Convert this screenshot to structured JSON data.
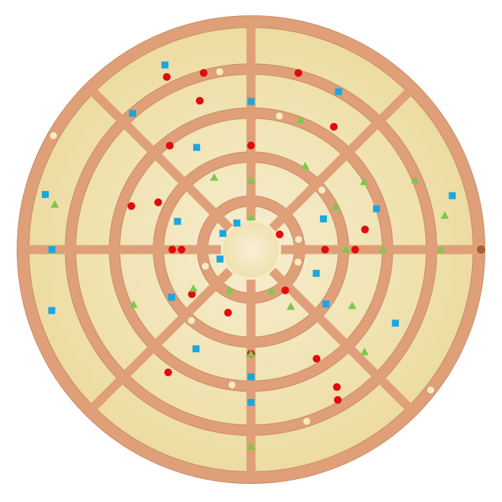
{
  "board": {
    "colors": {
      "background": "#ffffff",
      "sand": "#efe0a8",
      "sand_light": "#f6ecc4",
      "wall": "#dfa079",
      "wall_dark": "#c98761",
      "red_marker": "#e10c0c",
      "blue_marker": "#1aa7e0",
      "green_marker": "#7cc84a",
      "exit_knob": "#a8612f"
    },
    "ring_count": 5,
    "spoke_angles_deg": [
      0,
      45,
      90,
      135,
      180,
      225,
      270,
      315
    ],
    "markers": {
      "red": [
        [
          0.79,
          75
        ],
        [
          0.68,
          109
        ],
        [
          0.79,
          105
        ],
        [
          0.57,
          128
        ],
        [
          0.45,
          153
        ],
        [
          0.3,
          180
        ],
        [
          0.32,
          217
        ],
        [
          0.14,
          28
        ],
        [
          0.29,
          250
        ],
        [
          0.23,
          310
        ],
        [
          0.34,
          180
        ],
        [
          0.32,
          0
        ],
        [
          0.45,
          0
        ],
        [
          0.64,
          56
        ],
        [
          0.45,
          90
        ],
        [
          0.45,
          270
        ],
        [
          0.55,
          301
        ],
        [
          0.64,
          236
        ],
        [
          0.7,
          302
        ],
        [
          0.83,
          116
        ],
        [
          0.5,
          10
        ],
        [
          0.55,
          160
        ],
        [
          0.75,
          300
        ]
      ],
      "blue": [
        [
          0.78,
          131
        ],
        [
          0.88,
          115
        ],
        [
          0.64,
          90
        ],
        [
          0.5,
          118
        ],
        [
          0.34,
          159
        ],
        [
          0.14,
          197
        ],
        [
          0.14,
          150
        ],
        [
          0.13,
          118
        ],
        [
          0.86,
          180
        ],
        [
          0.9,
          197
        ],
        [
          0.57,
          18
        ],
        [
          0.78,
          61
        ],
        [
          0.4,
          211
        ],
        [
          0.55,
          270
        ],
        [
          0.66,
          270
        ],
        [
          0.34,
          23
        ],
        [
          0.4,
          324
        ],
        [
          0.3,
          340
        ],
        [
          0.9,
          15
        ],
        [
          0.92,
          165
        ],
        [
          0.7,
          333
        ],
        [
          0.49,
          241
        ]
      ],
      "green": [
        [
          0.14,
          90
        ],
        [
          0.3,
          90
        ],
        [
          0.35,
          117
        ],
        [
          0.43,
          57
        ],
        [
          0.6,
          69
        ],
        [
          0.57,
          31
        ],
        [
          0.87,
          167
        ],
        [
          0.85,
          10
        ],
        [
          0.41,
          27
        ],
        [
          0.41,
          0
        ],
        [
          0.57,
          0
        ],
        [
          0.82,
          0
        ],
        [
          0.3,
          214
        ],
        [
          0.3,
          305
        ],
        [
          0.2,
          242
        ],
        [
          0.2,
          296
        ],
        [
          0.45,
          270
        ],
        [
          0.85,
          270
        ],
        [
          0.56,
          205
        ],
        [
          0.5,
          331
        ],
        [
          0.66,
          318
        ],
        [
          0.77,
          23
        ]
      ]
    }
  }
}
